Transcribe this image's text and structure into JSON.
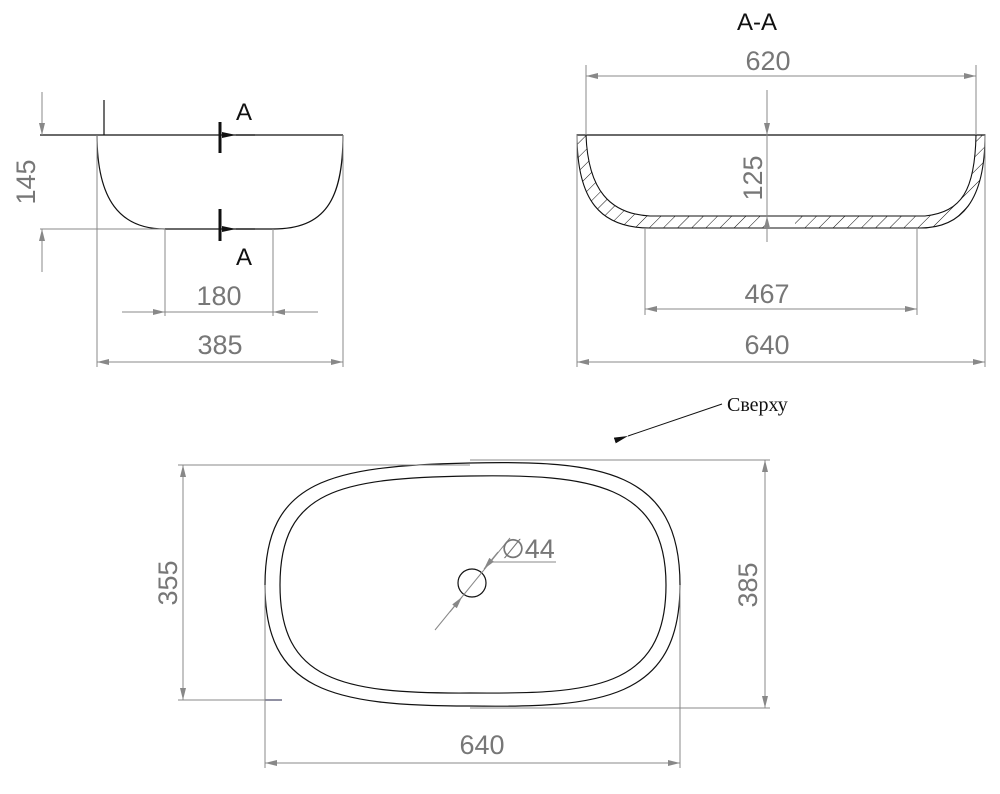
{
  "side_view": {
    "height": "145",
    "base_width": "180",
    "width": "385",
    "section_label_top": "A",
    "section_label_bottom": "A"
  },
  "section_view": {
    "title": "A-A",
    "inner_width": "620",
    "depth": "125",
    "base_width": "467",
    "width": "640"
  },
  "top_view": {
    "view_label": "Сверху",
    "inner_height": "355",
    "height": "385",
    "width": "640",
    "drain_diameter": "∅44"
  },
  "colors": {
    "outline": "#111111",
    "dimension": "#777777"
  }
}
